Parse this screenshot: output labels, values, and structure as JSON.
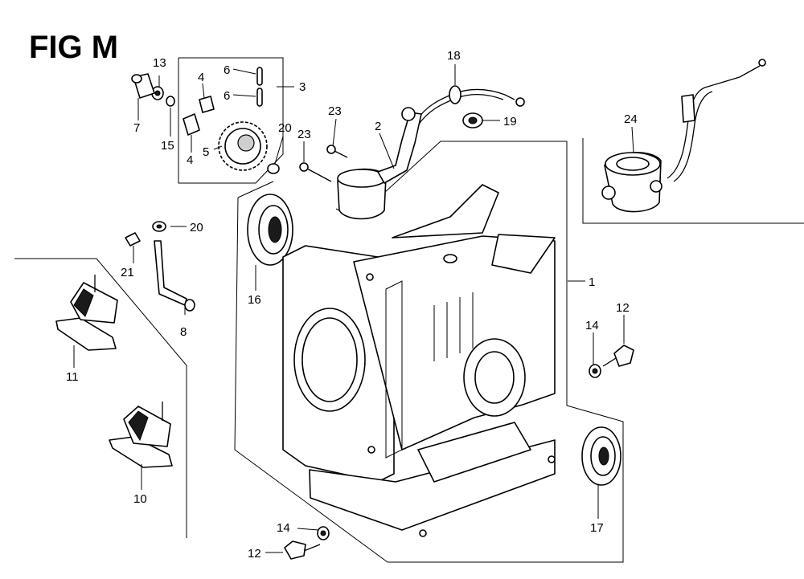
{
  "figure": {
    "title": "FIG M"
  },
  "callouts": {
    "c1": "1",
    "c2": "2",
    "c3": "3",
    "c4a": "4",
    "c4b": "4",
    "c5": "5",
    "c6a": "6",
    "c6b": "6",
    "c7": "7",
    "c8": "8",
    "c10": "10",
    "c11": "11",
    "c12a": "12",
    "c12b": "12",
    "c13": "13",
    "c14a": "14",
    "c14b": "14",
    "c15": "15",
    "c16": "16",
    "c17": "17",
    "c18": "18",
    "c19": "19",
    "c20a": "20",
    "c20b": "20",
    "c21": "21",
    "c23a": "23",
    "c23b": "23",
    "c24": "24"
  }
}
